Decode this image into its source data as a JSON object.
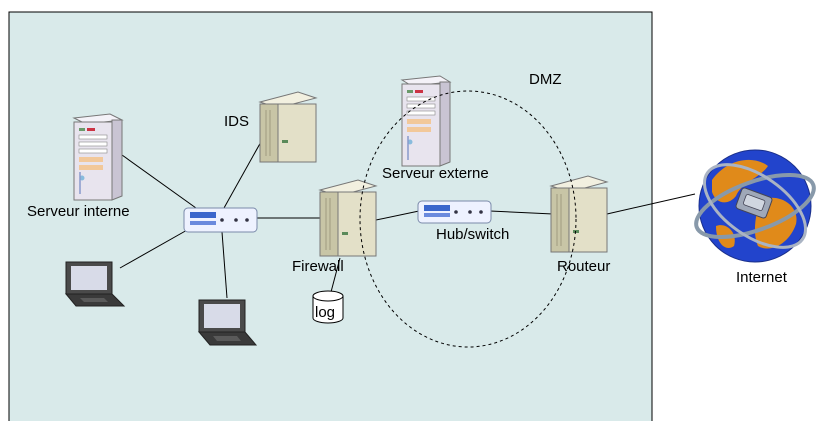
{
  "labels": {
    "dmz": "DMZ",
    "ids": "IDS",
    "internal_server": "Serveur interne",
    "external_server": "Serveur externe",
    "firewall": "Firewall",
    "hub_switch": "Hub/switch",
    "router": "Routeur",
    "internet": "Internet",
    "log": "log"
  },
  "colors": {
    "network_area": "#d9eaea",
    "cable": "#000000",
    "dmz_boundary": "#000000",
    "tower_case": "#e3e0c8",
    "server_rack": "#e8e4ee",
    "hub": "#eef2ff",
    "hub_leds": "#3a66cc",
    "globe_ocean": "#2244cc",
    "globe_land": "#e08a1a"
  },
  "icons": [
    "server-rack-icon",
    "tower-server-icon",
    "hub-icon",
    "laptop-icon",
    "globe-icon",
    "database-icon"
  ]
}
